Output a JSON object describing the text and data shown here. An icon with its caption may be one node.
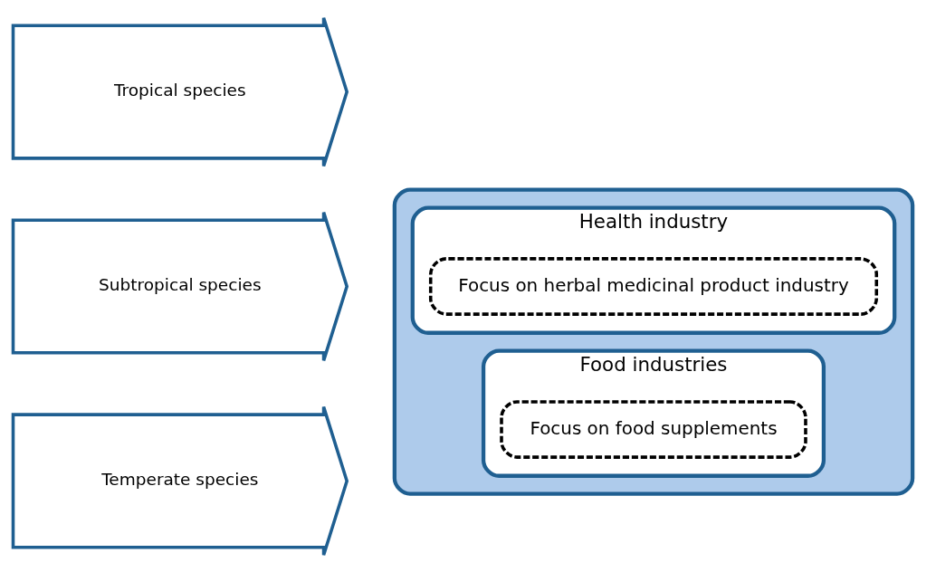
{
  "diagram": {
    "nodes": [
      {
        "text": [
          "Tropical species"
        ]
      },
      {
        "text": [
          "Subtropical species"
        ]
      },
      {
        "text": [
          "Temperate species"
        ]
      },
      {
        "text": [],
        "shape": "box"
      },
      {
        "text": [
          "Health industry"
        ],
        "in": 3
      },
      {
        "text": [
          "Focus on herbal medicinal product industry"
        ],
        "in": 4
      },
      {
        "text": [
          "Food industries"
        ],
        "in": 3
      },
      {
        "text": [
          "Focus on food supplements"
        ],
        "in": 6
      }
    ]
  }
}
